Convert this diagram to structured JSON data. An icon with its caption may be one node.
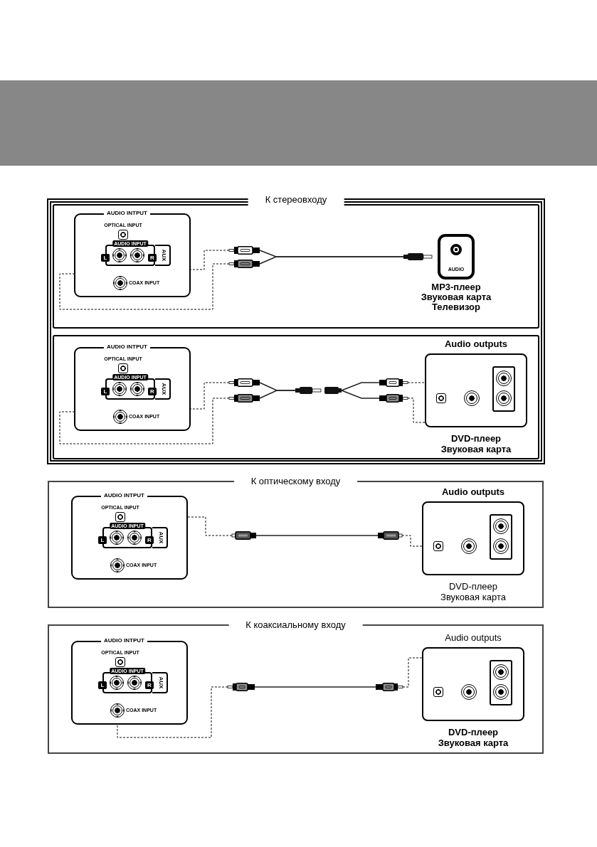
{
  "diagram": {
    "nodes": [
      {
        "text": [
          "К стереовходу"
        ]
      },
      {
        "text": [],
        "shape": "box",
        "in": 0
      },
      {
        "text": [
          "AUDIO INTPUT"
        ],
        "in": 1
      },
      {
        "text": [],
        "shape": "box",
        "in": 2,
        "beside": [
          "OPTICAL INPUT"
        ]
      },
      {
        "text": [
          "AUX"
        ],
        "in": 2
      },
      {
        "text": [
          "AUDIO INPUT"
        ],
        "in": 2
      },
      {
        "text": [],
        "shape": "circle",
        "in": 5,
        "beside": [
          "L"
        ]
      },
      {
        "text": [],
        "shape": "circle",
        "in": 5,
        "beside": [
          "R"
        ]
      },
      {
        "text": [],
        "shape": "circle",
        "in": 2,
        "beside": [
          "COAX INPUT"
        ]
      },
      {
        "text": [],
        "shape": "plug",
        "in": 1
      },
      {
        "text": [],
        "shape": "plug",
        "in": 1
      },
      {
        "text": [],
        "shape": "plug",
        "in": 1
      },
      {
        "text": [
          "AUDIO"
        ],
        "in": 1,
        "beside": [
          "MP3-плеер Звуковая карта Телевизор"
        ]
      },
      {
        "text": [],
        "shape": "box",
        "in": 0
      },
      {
        "text": [
          "AUDIO INTPUT"
        ],
        "in": 13
      },
      {
        "text": [],
        "shape": "box",
        "in": 14,
        "beside": [
          "OPTICAL INPUT"
        ]
      },
      {
        "text": [
          "AUX"
        ],
        "in": 14
      },
      {
        "text": [
          "AUDIO INPUT"
        ],
        "in": 14
      },
      {
        "text": [],
        "shape": "circle",
        "in": 17,
        "beside": [
          "L"
        ]
      },
      {
        "text": [],
        "shape": "circle",
        "in": 17,
        "beside": [
          "R"
        ]
      },
      {
        "text": [],
        "shape": "circle",
        "in": 14,
        "beside": [
          "COAX INPUT"
        ]
      },
      {
        "text": [],
        "shape": "plug",
        "in": 13
      },
      {
        "text": [],
        "shape": "plug",
        "in": 13
      },
      {
        "text": [],
        "shape": "plug",
        "in": 13
      },
      {
        "text": [],
        "shape": "plug",
        "in": 13
      },
      {
        "text": [],
        "shape": "plug",
        "in": 13
      },
      {
        "text": [],
        "shape": "plug",
        "in": 13
      },
      {
        "text": [
          "Audio outputs"
        ],
        "in": 13,
        "beside": [
          "DVD-плеер Звуковая карта"
        ]
      },
      {
        "text": [],
        "shape": "box",
        "in": 27
      },
      {
        "text": [],
        "shape": "circle",
        "in": 27
      },
      {
        "text": [],
        "shape": "box",
        "in": 27
      },
      {
        "text": [],
        "shape": "circle",
        "in": 30
      },
      {
        "text": [],
        "shape": "circle",
        "in": 30
      },
      {
        "text": [
          "К оптическому входу"
        ]
      },
      {
        "text": [
          "AUDIO INTPUT"
        ],
        "in": 33
      },
      {
        "text": [],
        "shape": "box",
        "in": 34,
        "beside": [
          "OPTICAL INPUT"
        ]
      },
      {
        "text": [
          "AUX"
        ],
        "in": 34
      },
      {
        "text": [
          "AUDIO INPUT"
        ],
        "in": 34
      },
      {
        "text": [],
        "shape": "circle",
        "in": 37,
        "beside": [
          "L"
        ]
      },
      {
        "text": [],
        "shape": "circle",
        "in": 37,
        "beside": [
          "R"
        ]
      },
      {
        "text": [],
        "shape": "circle",
        "in": 34,
        "beside": [
          "COAX INPUT"
        ]
      },
      {
        "text": [],
        "shape": "plug",
        "in": 33
      },
      {
        "text": [],
        "shape": "plug",
        "in": 33
      },
      {
        "text": [
          "Audio outputs"
        ],
        "in": 33,
        "beside": [
          "DVD-плеер Звуковая карта"
        ]
      },
      {
        "text": [],
        "shape": "box",
        "in": 43
      },
      {
        "text": [],
        "shape": "circle",
        "in": 43
      },
      {
        "text": [],
        "shape": "box",
        "in": 43
      },
      {
        "text": [],
        "shape": "circle",
        "in": 46
      },
      {
        "text": [],
        "shape": "circle",
        "in": 46
      },
      {
        "text": [
          "К коаксиальному входу"
        ]
      },
      {
        "text": [
          "AUDIO INTPUT"
        ],
        "in": 49
      },
      {
        "text": [],
        "shape": "box",
        "in": 50,
        "beside": [
          "OPTICAL INPUT"
        ]
      },
      {
        "text": [
          "AUX"
        ],
        "in": 50
      },
      {
        "text": [
          "AUDIO INPUT"
        ],
        "in": 50
      },
      {
        "text": [],
        "shape": "circle",
        "in": 53,
        "beside": [
          "L"
        ]
      },
      {
        "text": [],
        "shape": "circle",
        "in": 53,
        "beside": [
          "R"
        ]
      },
      {
        "text": [],
        "shape": "circle",
        "in": 50,
        "beside": [
          "COAX INPUT"
        ]
      },
      {
        "text": [],
        "shape": "plug",
        "in": 49
      },
      {
        "text": [],
        "shape": "plug",
        "in": 49
      },
      {
        "text": [
          "Audio outputs"
        ],
        "in": 49,
        "beside": [
          "DVD-плеер Звуковая карта"
        ]
      },
      {
        "text": [],
        "shape": "box",
        "in": 59
      },
      {
        "text": [],
        "shape": "circle",
        "in": 59
      },
      {
        "text": [],
        "shape": "box",
        "in": 59
      },
      {
        "text": [],
        "shape": "circle",
        "in": 62
      },
      {
        "text": [],
        "shape": "circle",
        "in": 62
      }
    ],
    "edges": [
      {
        "from": 9,
        "to": 7,
        "arrow": "to",
        "style": "dashed"
      },
      {
        "from": 10,
        "to": 6,
        "arrow": "to",
        "style": "dashed"
      },
      {
        "from": 9,
        "to": 11,
        "arrow": "none"
      },
      {
        "from": 10,
        "to": 11,
        "arrow": "none"
      },
      {
        "from": 21,
        "to": 19,
        "arrow": "to",
        "style": "dashed"
      },
      {
        "from": 22,
        "to": 18,
        "arrow": "to",
        "style": "dashed"
      },
      {
        "from": 21,
        "to": 23,
        "arrow": "none"
      },
      {
        "from": 22,
        "to": 23,
        "arrow": "none"
      },
      {
        "from": 24,
        "to": 25,
        "arrow": "none"
      },
      {
        "from": 24,
        "to": 26,
        "arrow": "none"
      },
      {
        "from": 25,
        "to": 31,
        "arrow": "to",
        "style": "dashed"
      },
      {
        "from": 26,
        "to": 32,
        "arrow": "to",
        "style": "dashed"
      },
      {
        "from": 41,
        "to": 35,
        "arrow": "to",
        "style": "dashed"
      },
      {
        "from": 41,
        "to": 42,
        "arrow": "none"
      },
      {
        "from": 42,
        "to": 44,
        "arrow": "to",
        "style": "dashed"
      },
      {
        "from": 57,
        "to": 56,
        "arrow": "to",
        "style": "dashed"
      },
      {
        "from": 57,
        "to": 58,
        "arrow": "none"
      },
      {
        "from": 58,
        "to": 61,
        "arrow": "to",
        "style": "dashed"
      }
    ]
  }
}
